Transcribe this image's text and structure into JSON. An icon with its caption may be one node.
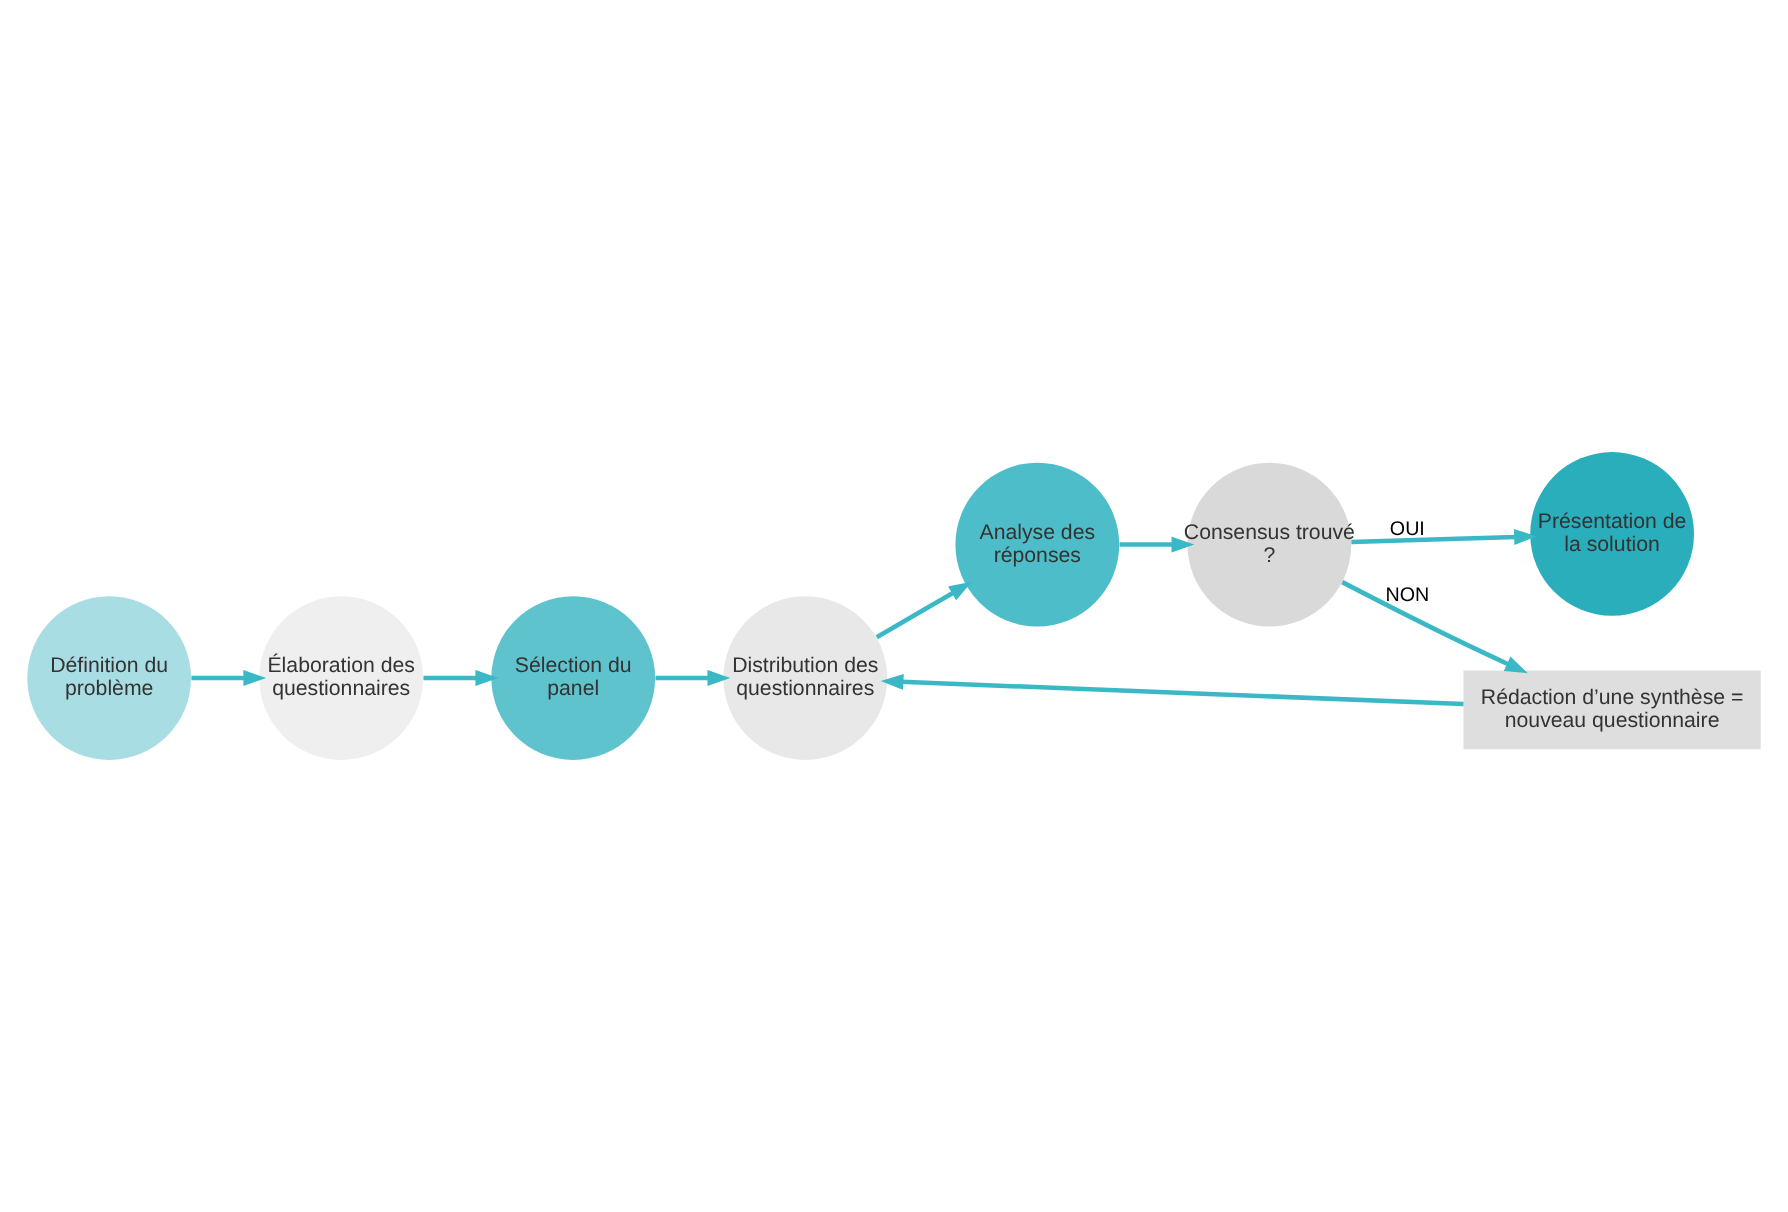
{
  "diagram": {
    "nodes": [
      {
        "text": [
          "Définition du problème"
        ]
      },
      {
        "text": [
          "Élaboration des questionnaires"
        ]
      },
      {
        "text": [
          "Sélection du panel"
        ]
      },
      {
        "text": [
          "Distribution des questionnaires"
        ]
      },
      {
        "text": [
          "Analyse des réponses"
        ]
      },
      {
        "text": [
          "Consensus trouvé ?"
        ]
      },
      {
        "text": [
          "Présentation de la solution"
        ]
      },
      {
        "text": [
          "Rédaction d’une synthèse = nouveau questionnaire"
        ]
      }
    ],
    "edges": [
      {
        "from": 0,
        "to": 1,
        "arrow": "to"
      },
      {
        "from": 1,
        "to": 2,
        "arrow": "to"
      },
      {
        "from": 2,
        "to": 3,
        "arrow": "to"
      },
      {
        "from": 3,
        "to": 4,
        "arrow": "to"
      },
      {
        "from": 4,
        "to": 5,
        "arrow": "to"
      },
      {
        "from": 5,
        "to": 6,
        "label": "OUI",
        "arrow": "to"
      },
      {
        "from": 5,
        "to": 7,
        "label": "NON",
        "arrow": "to"
      },
      {
        "from": 7,
        "to": 3,
        "arrow": "to"
      }
    ]
  }
}
